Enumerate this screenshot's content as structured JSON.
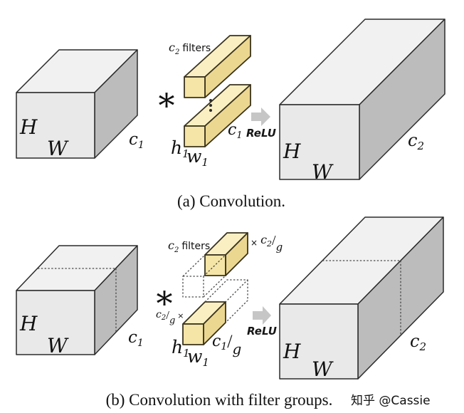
{
  "colors": {
    "background": "#ffffff",
    "box_front": "#e9e9e9",
    "box_top": "#f1f1f1",
    "box_side": "#bcbcbc",
    "filter_front": "#f5e5a6",
    "filter_top": "#f9efc3",
    "filter_side": "#ecd791",
    "outline": "#2b2b2b",
    "arrow": "#c6c6c6",
    "text": "#111111",
    "watermark": "#c6c6c6"
  },
  "panel_a": {
    "caption": "(a) Convolution.",
    "input_cube": {
      "height_label": "H",
      "width_label": "W",
      "depth_base": "c",
      "depth_sub": "1"
    },
    "filters": {
      "count_base": "c",
      "count_sub": "2",
      "count_word": "filters",
      "operator": "*",
      "kernel_height_base": "h",
      "kernel_height_sub": "1",
      "kernel_width_base": "w",
      "kernel_width_sub": "1",
      "kernel_depth_base": "c",
      "kernel_depth_sub": "1"
    },
    "activation_label": "ReLU",
    "output_box": {
      "height_label": "H",
      "width_label": "W",
      "depth_base": "c",
      "depth_sub": "2"
    }
  },
  "panel_b": {
    "caption": "(b) Convolution with filter groups.",
    "input_cube": {
      "height_label": "H",
      "width_label": "W",
      "depth_base": "c",
      "depth_sub": "1"
    },
    "filters": {
      "count_base": "c",
      "count_sub": "2",
      "count_word": "filters",
      "operator": "*",
      "group_right": {
        "times": "×",
        "num_base": "c",
        "num_sub": "2",
        "slash": "/",
        "den": "g"
      },
      "group_left": {
        "num_base": "c",
        "num_sub": "2",
        "slash": "/",
        "den": "g",
        "times": "×"
      },
      "kernel_height_base": "h",
      "kernel_height_sub": "1",
      "kernel_width_base": "w",
      "kernel_width_sub": "1",
      "kernel_depth": {
        "num_base": "c",
        "num_sub": "1",
        "slash": "/",
        "den": "g"
      }
    },
    "activation_label": "ReLU",
    "output_box": {
      "height_label": "H",
      "width_label": "W",
      "depth_base": "c",
      "depth_sub": "2"
    }
  },
  "watermark": "知乎 @Cassie"
}
